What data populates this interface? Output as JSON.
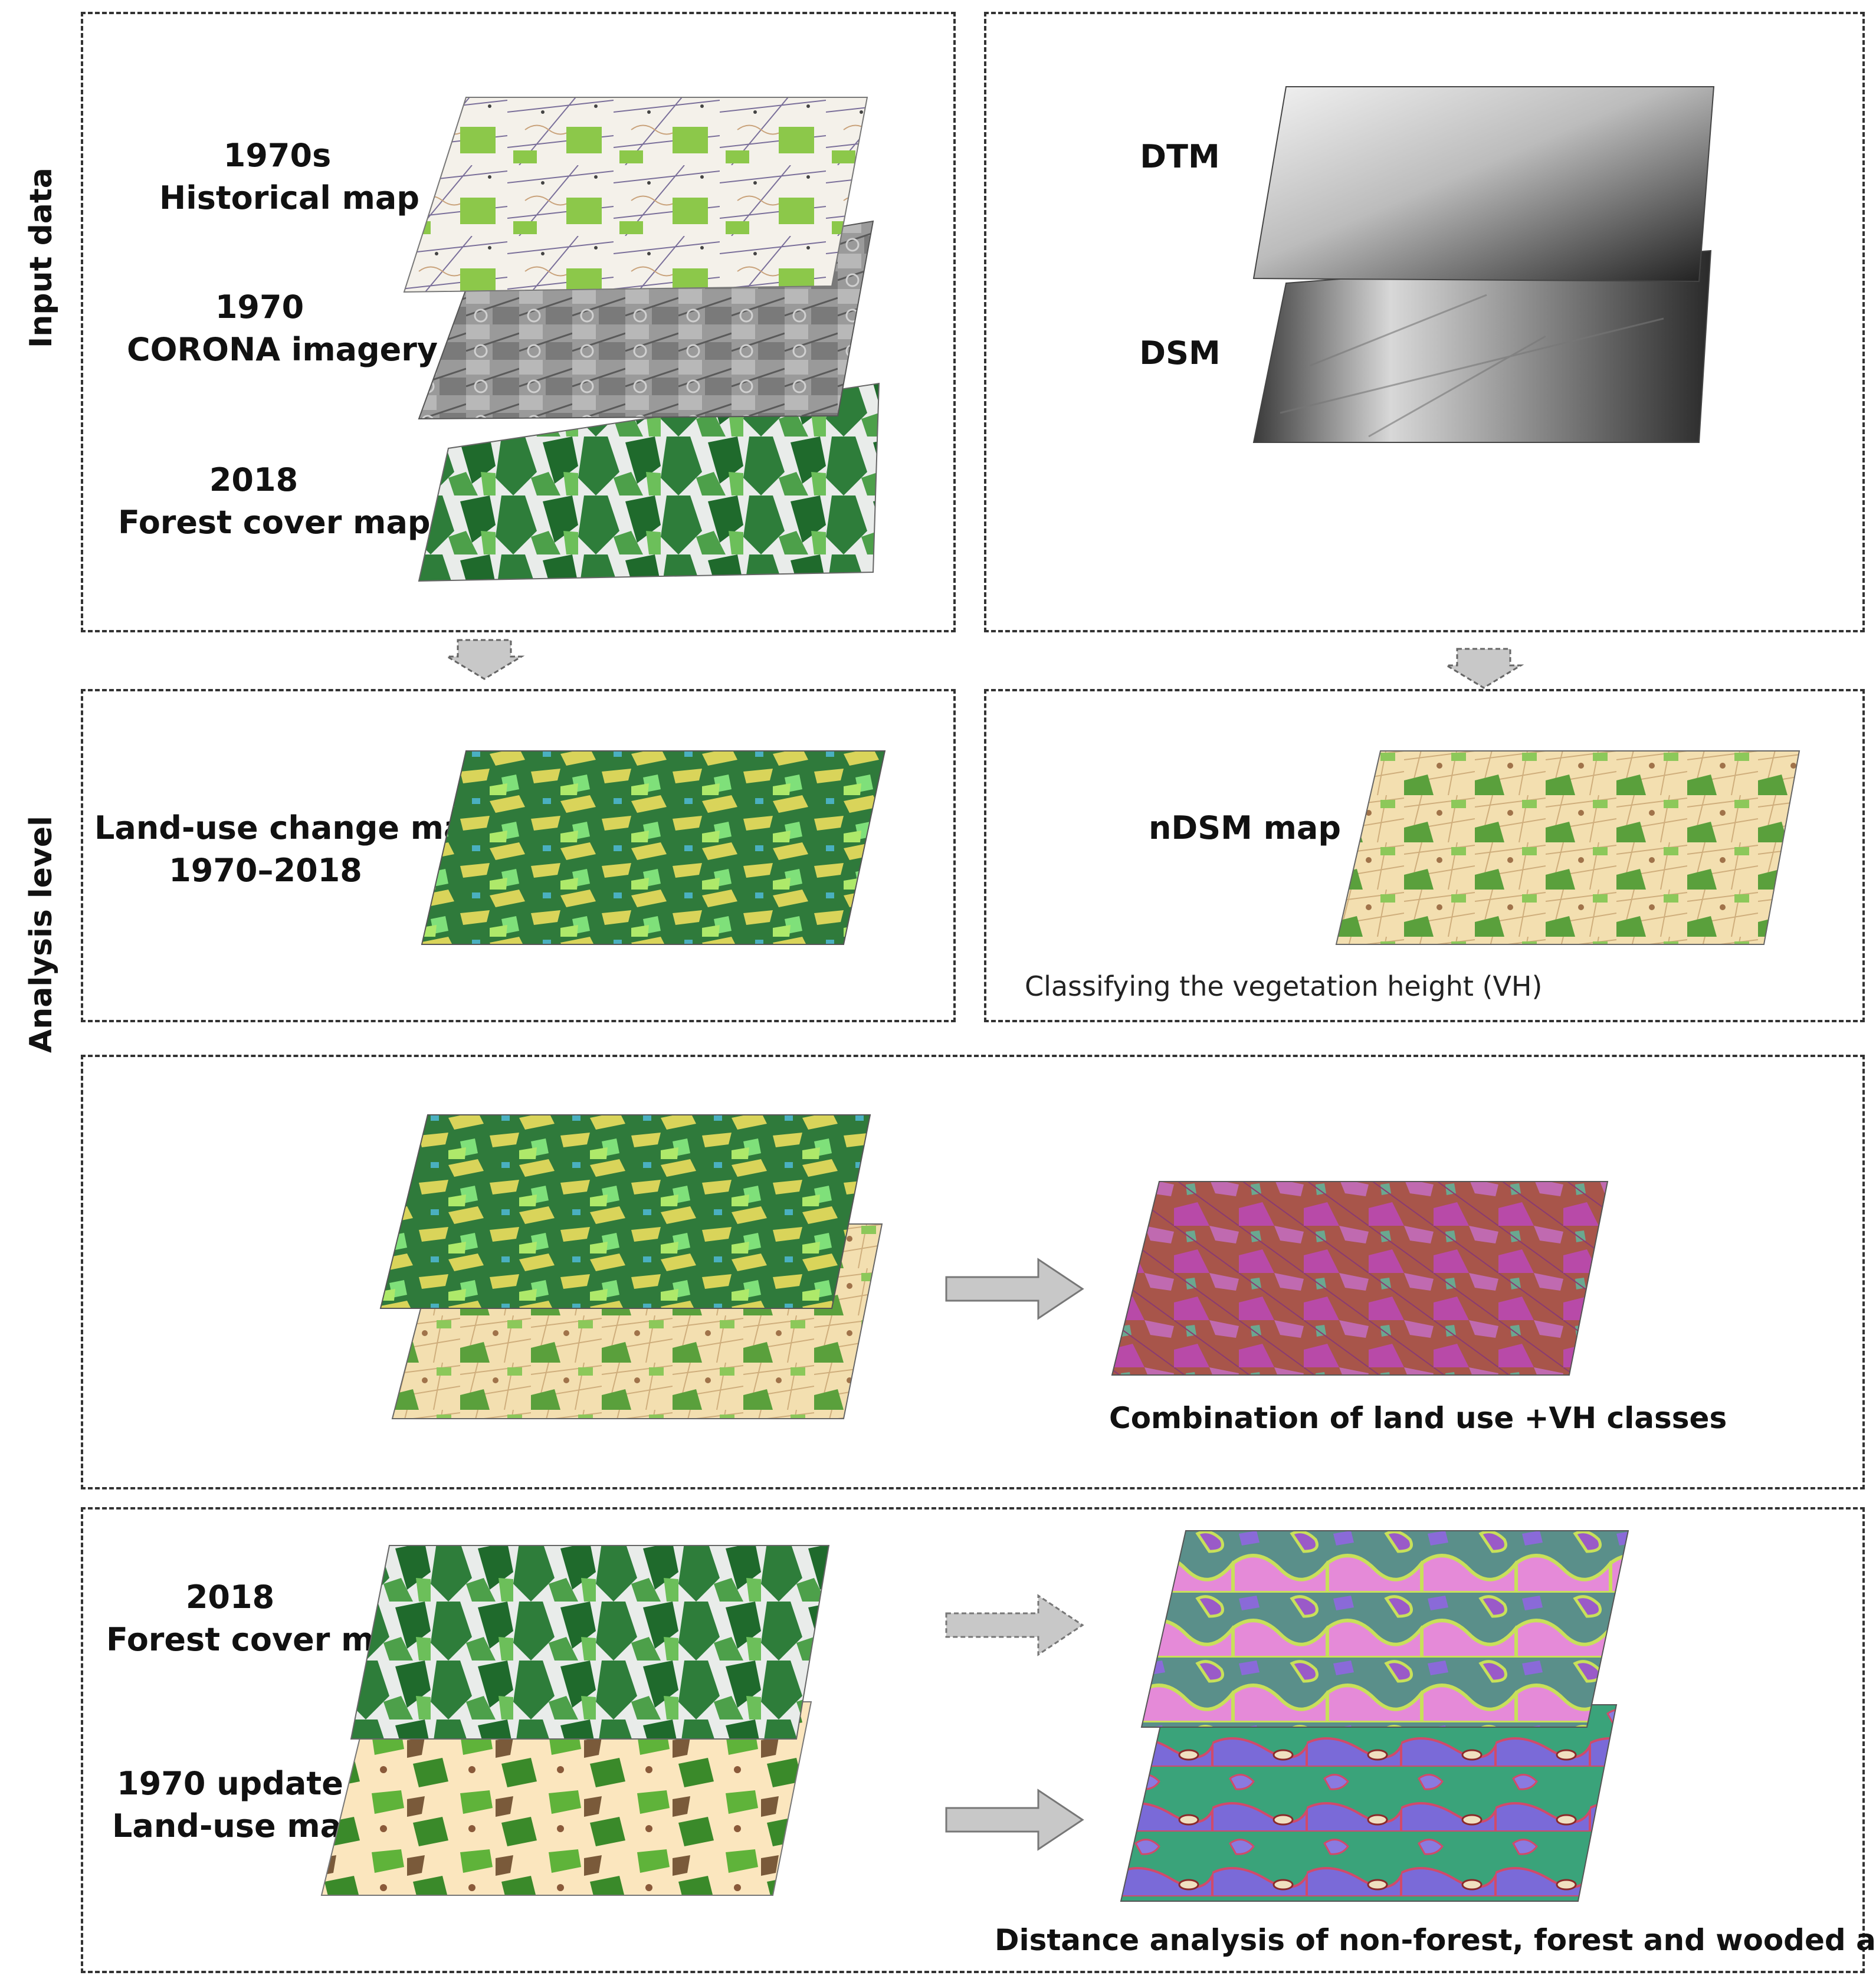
{
  "side_labels": {
    "input": "Input data",
    "analysis": "Analysis level"
  },
  "input_left": {
    "historical_year": "1970s",
    "historical_name": "Historical map",
    "corona_year": "1970",
    "corona_name": "CORONA imagery",
    "forest_year": "2018",
    "forest_name": "Forest cover map"
  },
  "input_right": {
    "dtm": "DTM",
    "dsm": "DSM"
  },
  "analysis_left": {
    "line1": "Land-use change map",
    "line2": "1970–2018"
  },
  "analysis_right": {
    "title": "nDSM map",
    "note": "Classifying the vegetation height (VH)"
  },
  "combination": {
    "caption": "Combination of land use +VH classes"
  },
  "distance": {
    "forest_year": "2018",
    "forest_name": "Forest cover map",
    "update_line1": "1970 update",
    "update_line2": "Land-use map",
    "caption": "Distance analysis of non-forest, forest and wooded area"
  },
  "colors": {
    "forest_dark": "#2e7d3a",
    "forest_light": "#7ccd5a",
    "crop_yellow": "#d9d45a",
    "ndsm_beige": "#f3dfb0",
    "combo_brown": "#a8554a",
    "combo_magenta": "#b84aa8",
    "dist_pink": "#e58ad8",
    "dist_teal": "#3aa37a",
    "arrow_gray": "#c8c8c8"
  }
}
